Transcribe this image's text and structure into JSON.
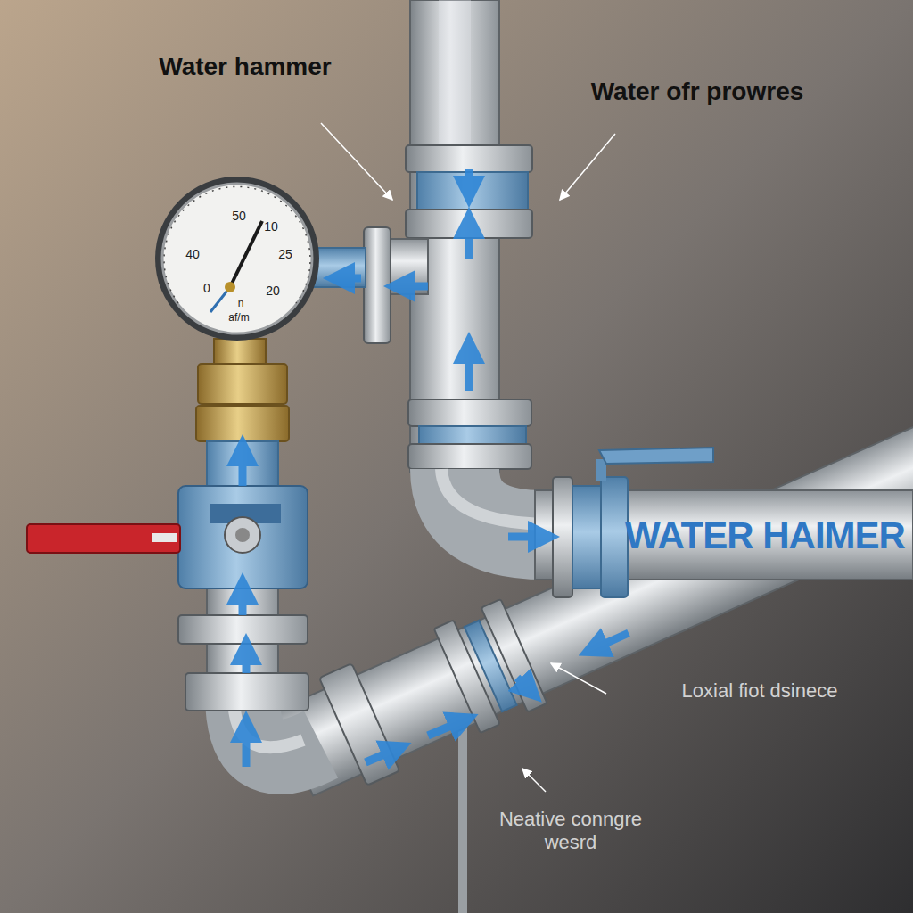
{
  "diagram": {
    "labels": [
      "Water hammer",
      "Water ofr prowres",
      "WATER HAIMER",
      "Loxial fiot dsinece",
      "Neative conngre wesrd",
      "50",
      "10",
      "40",
      "25",
      "0",
      "20",
      "n",
      "af/m"
    ]
  }
}
